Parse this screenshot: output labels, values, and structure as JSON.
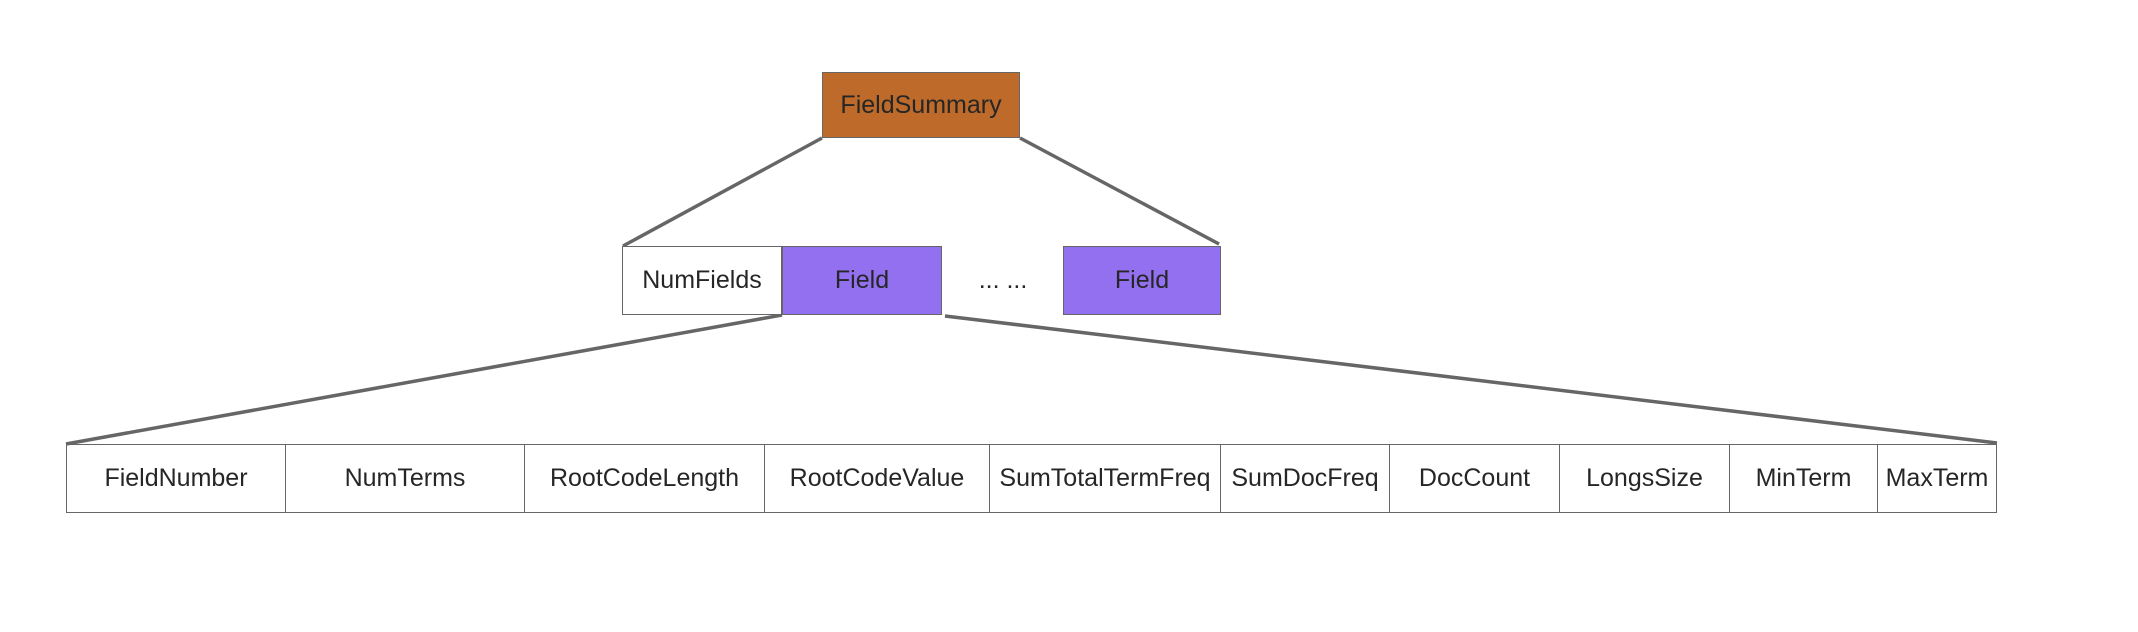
{
  "root": {
    "label": "FieldSummary",
    "color": "#BD6A2A"
  },
  "level2": {
    "num_fields_label": "NumFields",
    "field_label": "Field",
    "ellipsis": "... ...",
    "field_color": "#9370F0",
    "plain_color": "#FFFFFF"
  },
  "level3": {
    "cells": [
      "FieldNumber",
      "NumTerms",
      "RootCodeLength",
      "RootCodeValue",
      "SumTotalTermFreq",
      "SumDocFreq",
      "DocCount",
      "LongsSize",
      "MinTerm",
      "MaxTerm"
    ]
  },
  "colors": {
    "border": "#666666",
    "connector": "#666666",
    "text": "#262626"
  }
}
